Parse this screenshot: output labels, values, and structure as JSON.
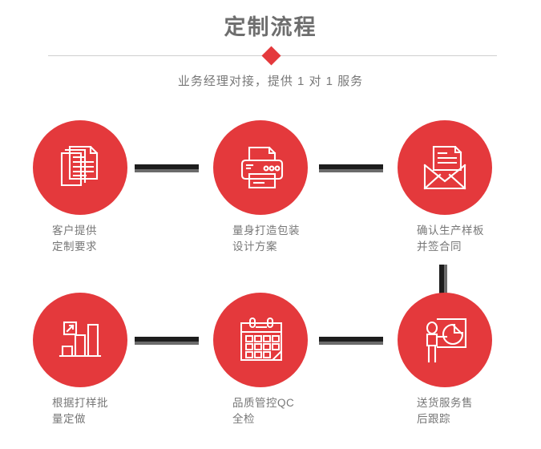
{
  "header": {
    "title": "定制流程",
    "subtitle": "业务经理对接，提供 1 对 1 服务",
    "divider_icon": "diamond-icon",
    "accent_color": "#e4393c",
    "title_color": "#6e6e6e",
    "subtitle_color": "#787878",
    "rule_color": "#cfcfcf"
  },
  "flow": {
    "connector_color": "#1d1d1d",
    "connector_shadow_color": "#6b6b6b",
    "circle_color": "#e4393c",
    "label_color": "#777777",
    "steps": [
      {
        "index": 1,
        "icon": "documents-stack-icon",
        "label": "客户提供\n定制要求"
      },
      {
        "index": 2,
        "icon": "printer-icon",
        "label": "量身打造包装\n设计方案"
      },
      {
        "index": 3,
        "icon": "open-envelope-letter-icon",
        "label": "确认生产样板\n并签合同"
      },
      {
        "index": 4,
        "icon": "bar-chart-growth-icon",
        "label": "根据打样批\n量定做"
      },
      {
        "index": 5,
        "icon": "calendar-icon",
        "label": "品质管控QC\n全检"
      },
      {
        "index": 6,
        "icon": "presenter-pie-chart-icon",
        "label": "送货服务售\n后跟踪"
      }
    ],
    "connectors": [
      {
        "name": "connector-step1-step2",
        "orientation": "horizontal"
      },
      {
        "name": "connector-step2-step3",
        "orientation": "horizontal"
      },
      {
        "name": "connector-step3-step6",
        "orientation": "vertical"
      },
      {
        "name": "connector-step4-step5",
        "orientation": "horizontal"
      },
      {
        "name": "connector-step5-step6",
        "orientation": "horizontal"
      }
    ]
  }
}
